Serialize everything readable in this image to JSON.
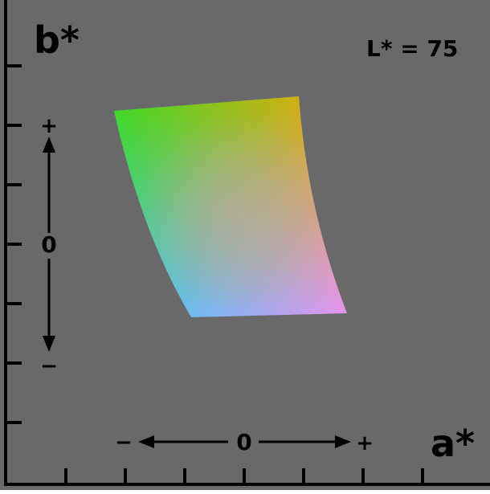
{
  "figure": {
    "a_axis_label": "a*",
    "b_axis_label": "b*",
    "lightness_label": "L* = 75",
    "a_zero_label": "0",
    "b_zero_label": "0",
    "a_minus": "−",
    "a_plus": "+",
    "b_plus": "+",
    "b_minus": "−",
    "colors": {
      "background": "#696969",
      "axis": "#000000",
      "gamut_corners": {
        "top_left": "#33dd11",
        "top_right": "#ffa300",
        "bottom_left": "#28d2ff",
        "bottom_right": "#ee90ff",
        "center": "#c4a6a0"
      }
    }
  }
}
